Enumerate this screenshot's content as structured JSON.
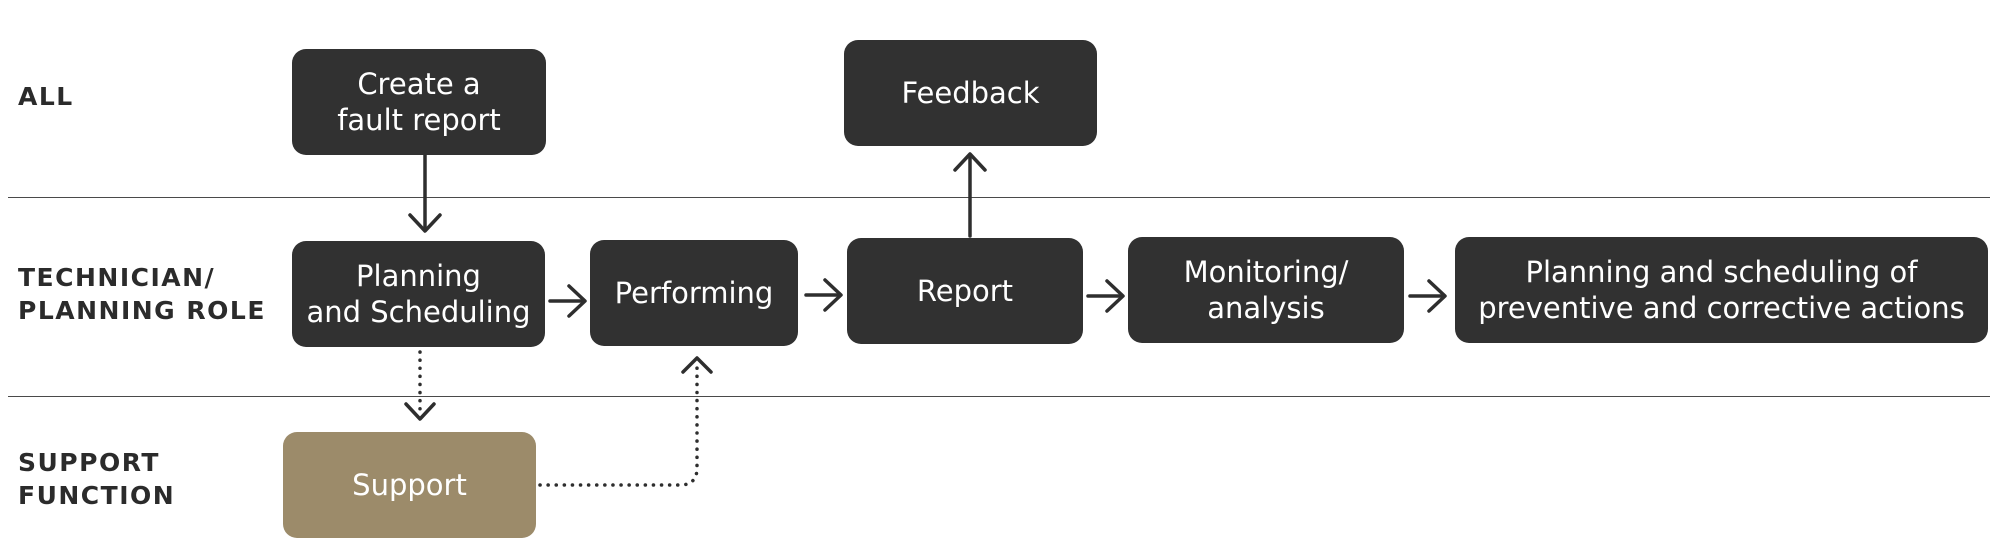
{
  "lanes": [
    {
      "id": "all",
      "label": "ALL"
    },
    {
      "id": "technician",
      "label": "TECHNICIAN/\nPLANNING ROLE"
    },
    {
      "id": "support",
      "label": "SUPPORT\nFUNCTION"
    }
  ],
  "nodes": {
    "create_fault_report": "Create a\nfault report",
    "feedback": "Feedback",
    "planning_scheduling": "Planning\nand Scheduling",
    "performing": "Performing",
    "report": "Report",
    "monitoring_analysis": "Monitoring/\nanalysis",
    "planning_preventive": "Planning and scheduling of\npreventive and corrective actions",
    "support": "Support"
  },
  "edges": [
    {
      "from": "create_fault_report",
      "to": "planning_scheduling",
      "style": "solid"
    },
    {
      "from": "planning_scheduling",
      "to": "performing",
      "style": "solid"
    },
    {
      "from": "performing",
      "to": "report",
      "style": "solid"
    },
    {
      "from": "report",
      "to": "feedback",
      "style": "solid"
    },
    {
      "from": "report",
      "to": "monitoring_analysis",
      "style": "solid"
    },
    {
      "from": "monitoring_analysis",
      "to": "planning_preventive",
      "style": "solid"
    },
    {
      "from": "planning_scheduling",
      "to": "support",
      "style": "dotted"
    },
    {
      "from": "support",
      "to": "performing",
      "style": "dotted"
    }
  ],
  "colors": {
    "node": "#313131",
    "support_node": "#9c8b6a",
    "text": "#ffffff",
    "lane_label": "#2b2b2b",
    "arrow": "#2e2e2e"
  }
}
